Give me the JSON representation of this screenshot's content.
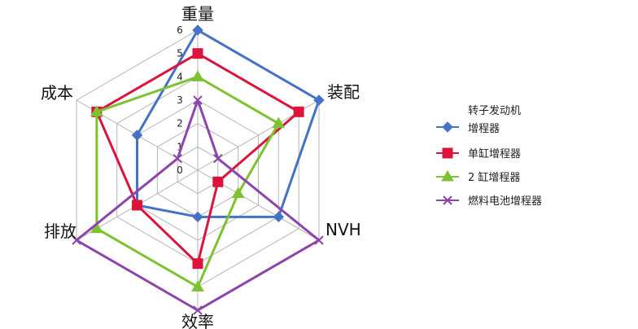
{
  "chart_data": {
    "type": "radar",
    "axes": [
      "重量",
      "装配",
      "NVH",
      "效率",
      "排放",
      "成本"
    ],
    "rlim": [
      0,
      6
    ],
    "ticks": [
      "0",
      "1",
      "2",
      "3",
      "4",
      "5",
      "6"
    ],
    "grid": true,
    "legend_position": "right",
    "series": [
      {
        "name": "转子发动机增程器",
        "legend_lines": [
          "转子发动机",
          "增程器"
        ],
        "values": [
          6,
          6,
          4,
          2,
          3,
          3
        ],
        "color": "#4472C4",
        "marker": "diamond"
      },
      {
        "name": "单缸增程器",
        "legend_lines": [
          "单缸增程器"
        ],
        "values": [
          5,
          5,
          1,
          4,
          3,
          5
        ],
        "color": "#DC143C",
        "marker": "square"
      },
      {
        "name": "2缸增程器",
        "legend_lines": [
          "2 缸增程器"
        ],
        "values": [
          4,
          4,
          2,
          5,
          5,
          5
        ],
        "color": "#7DC230",
        "marker": "triangle"
      },
      {
        "name": "燃料电池增程器",
        "legend_lines": [
          "燃料电池增程器"
        ],
        "values": [
          3,
          1,
          6,
          6,
          6,
          1
        ],
        "color": "#8E44AD",
        "marker": "x"
      }
    ]
  }
}
